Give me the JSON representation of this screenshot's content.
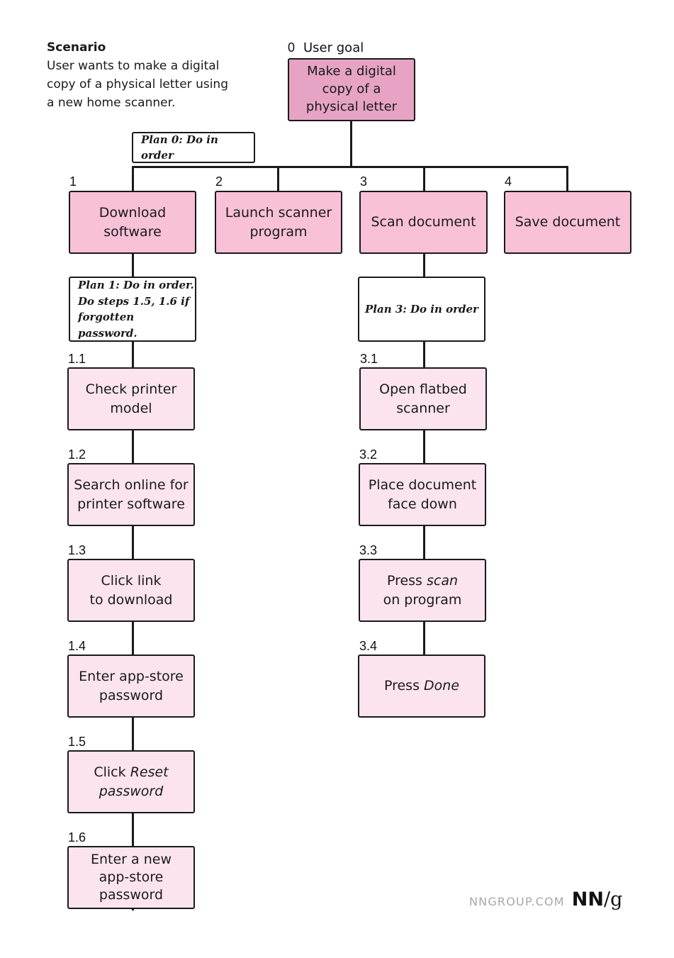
{
  "scenario": {
    "heading": "Scenario",
    "lines": [
      "User wants to make a digital",
      "copy of a physical letter using",
      "a new home scanner."
    ]
  },
  "goal": {
    "number": "0",
    "caption": "User goal",
    "lines": [
      "Make a digital",
      "copy of a",
      "physical letter"
    ]
  },
  "plans": {
    "p0": [
      "Plan 0: Do in order"
    ],
    "p1": [
      "Plan 1: Do in order.",
      "Do steps 1.5, 1.6 if",
      "forgotten password."
    ],
    "p3": [
      "Plan 3: Do in order"
    ]
  },
  "subgoals": [
    {
      "number": "1",
      "lines": [
        "Download",
        "software"
      ]
    },
    {
      "number": "2",
      "lines": [
        "Launch scanner",
        "program"
      ]
    },
    {
      "number": "3",
      "lines": [
        "Scan document"
      ]
    },
    {
      "number": "4",
      "lines": [
        "Save document"
      ]
    }
  ],
  "steps1": [
    {
      "number": "1.1",
      "lines": [
        "Check printer",
        "model"
      ]
    },
    {
      "number": "1.2",
      "lines": [
        "Search online for",
        "printer software"
      ]
    },
    {
      "number": "1.3",
      "lines": [
        "Click link",
        "to download"
      ]
    },
    {
      "number": "1.4",
      "lines": [
        "Enter app-store",
        "password"
      ]
    },
    {
      "number": "1.5",
      "lines": [
        "Click ",
        "Reset",
        "password"
      ]
    },
    {
      "number": "1.6",
      "lines": [
        "Enter a new",
        "app-store",
        "password"
      ]
    }
  ],
  "steps3": [
    {
      "number": "3.1",
      "lines": [
        "Open flatbed",
        "scanner"
      ]
    },
    {
      "number": "3.2",
      "lines": [
        "Place document",
        "face down"
      ]
    },
    {
      "number": "3.3",
      "lines": [
        "Press ",
        "scan",
        "on program"
      ]
    },
    {
      "number": "3.4",
      "lines": [
        "Press ",
        "Done"
      ]
    }
  ],
  "footer": {
    "site": "NNGROUP.COM",
    "logo_bold": "NN",
    "logo_rest": "/g"
  },
  "colors": {
    "goal": "#e6a3c4",
    "subgoal": "#f8c1d8",
    "step": "#fce4ef",
    "line": "#1a1a1a"
  }
}
